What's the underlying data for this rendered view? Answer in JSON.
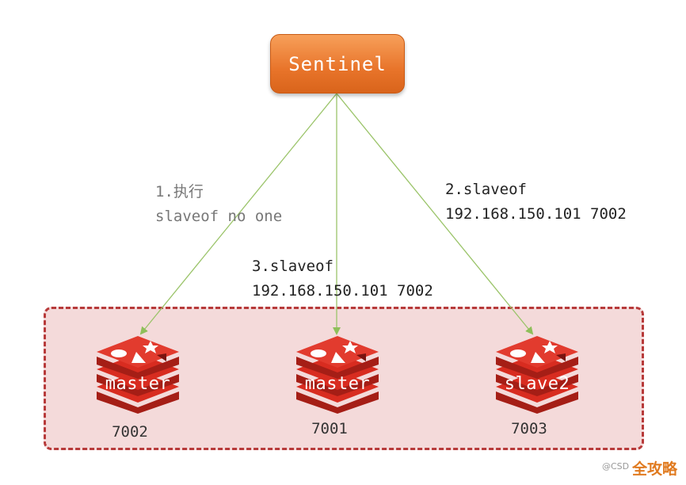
{
  "sentinel": {
    "label": "Sentinel"
  },
  "steps": {
    "step1": {
      "line1": "1.执行",
      "line2": "slaveof no one"
    },
    "step2": {
      "line1": "2.slaveof",
      "line2": "192.168.150.101 7002"
    },
    "step3": {
      "line1": "3.slaveof",
      "line2": "192.168.150.101 7002"
    }
  },
  "nodes": [
    {
      "role": "master",
      "port": "7002"
    },
    {
      "role": "master",
      "port": "7001"
    },
    {
      "role": "slave2",
      "port": "7003"
    }
  ],
  "watermark": {
    "small": "@CSD",
    "big": "全攻略"
  },
  "colors": {
    "sentinel": "#e8742a",
    "arrow": "#9bc46a",
    "cluster_border": "#b73a3a",
    "cluster_fill": "#f4dada",
    "redis": "#d82c20"
  }
}
